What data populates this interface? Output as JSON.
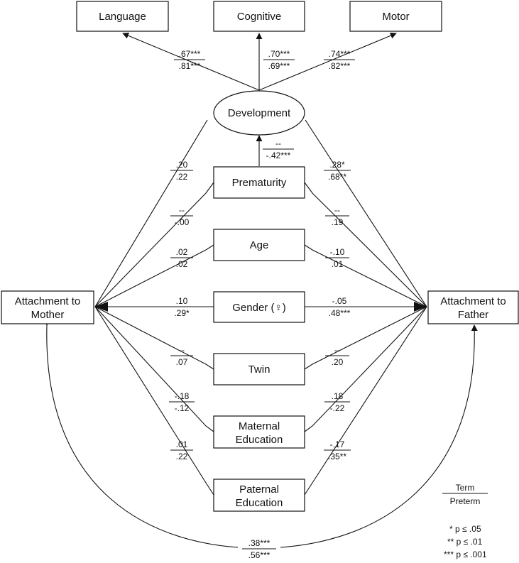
{
  "nodes": {
    "language": "Language",
    "cognitive": "Cognitive",
    "motor": "Motor",
    "development": "Development",
    "prematurity": "Prematurity",
    "age": "Age",
    "gender": "Gender (♀)",
    "twin": "Twin",
    "maternal_education": [
      "Maternal",
      "Education"
    ],
    "paternal_education": [
      "Paternal",
      "Education"
    ],
    "attachment_mother": [
      "Attachment to",
      "Mother"
    ],
    "attachment_father": [
      "Attachment to",
      "Father"
    ]
  },
  "paths": {
    "dev_language": {
      "term": ".67***",
      "preterm": ".81***"
    },
    "dev_cognitive": {
      "term": ".70***",
      "preterm": ".69***"
    },
    "dev_motor": {
      "term": ".74***",
      "preterm": ".82***"
    },
    "prematurity_dev": {
      "term": "--",
      "preterm": "-.42***"
    },
    "mother_dev": {
      "term": ".20",
      "preterm": ".22"
    },
    "father_dev": {
      "term": ".28*",
      "preterm": ".68**"
    },
    "mother_prematurity": {
      "term": "--",
      "preterm": "-.00"
    },
    "father_prematurity": {
      "term": "--",
      "preterm": ".19"
    },
    "mother_age": {
      "term": ".02",
      "preterm": ".02"
    },
    "father_age": {
      "term": "-.10",
      "preterm": ".01"
    },
    "mother_gender": {
      "term": ".10",
      "preterm": ".29*"
    },
    "father_gender": {
      "term": "-.05",
      "preterm": ".48***"
    },
    "mother_twin": {
      "term": "--",
      "preterm": ".07"
    },
    "father_twin": {
      "term": "--",
      "preterm": ".20"
    },
    "mother_maternal_edu": {
      "term": "-.18",
      "preterm": "-.12"
    },
    "father_maternal_edu": {
      "term": ".18",
      "preterm": "-.22"
    },
    "mother_paternal_edu": {
      "term": ".01",
      "preterm": ".22"
    },
    "father_paternal_edu": {
      "term": "-.17",
      "preterm": ".35**"
    },
    "mother_father": {
      "term": ".38***",
      "preterm": ".56***"
    }
  },
  "legend": {
    "term": "Term",
    "preterm": "Preterm",
    "sig": [
      "* p ≤ .05",
      "** p ≤ .01",
      "*** p ≤ .001"
    ]
  }
}
